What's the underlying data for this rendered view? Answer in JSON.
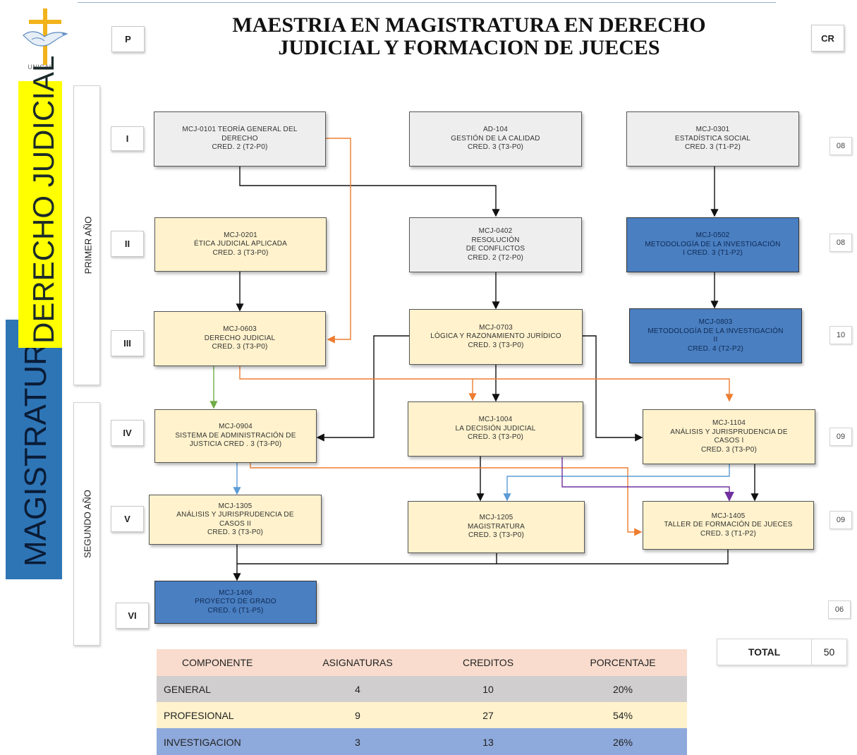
{
  "header": {
    "logo_text": "UNICAH",
    "title_line1": "MAESTRIA EN MAGISTRATURA EN DERECHO",
    "title_line2": "JUDICIAL Y FORMACION DE JUECES",
    "period_header": "P",
    "credits_header": "CR"
  },
  "bands": {
    "yellow": "DERECHO JUDICIAL",
    "blue": "MAGISTRATURA",
    "yellow_color": "#ffff00",
    "blue_color": "#2e75b6"
  },
  "years": [
    "PRIMER AÑO",
    "SEGUNDO AÑO"
  ],
  "periods": [
    "I",
    "II",
    "III",
    "IV",
    "V",
    "VI"
  ],
  "credits": [
    "08",
    "08",
    "10",
    "09",
    "09",
    "06"
  ],
  "courses": {
    "c0101": [
      "MCJ-0101 TEORÍA GENERAL DEL",
      "DERECHO",
      "CRED. 2 (T2-P0)"
    ],
    "ad104": [
      "AD-104",
      "GESTIÓN DE LA CALIDAD",
      "CRED. 3 (T3-P0)"
    ],
    "c0301": [
      "MCJ-0301",
      "ESTADÍSTICA SOCIAL",
      "CRED. 3 (T1-P2)"
    ],
    "c0201": [
      "MCJ-0201",
      "ÉTICA JUDICIAL APLICADA",
      "CRED. 3 (T3-P0)"
    ],
    "c0402": [
      "MCJ-0402",
      "RESOLUCIÓN",
      "DE CONFLICTOS",
      "CRED. 2 (T2-P0)"
    ],
    "c0502": [
      "MCJ-0502",
      "METODOLOGÍA DE LA INVESTIGACIÓN",
      "I   CRED. 3 (T1-P2)"
    ],
    "c0603": [
      "MCJ-0603",
      "DERECHO JUDICIAL",
      "CRED. 3 (T3-P0)"
    ],
    "c0703": [
      "MCJ-0703",
      "LÓGICA Y RAZONAMIENTO JURÍDICO",
      "CRED. 3 (T3-P0)"
    ],
    "c0803": [
      "MCJ-0803",
      "METODOLOGÍA DE LA INVESTIGACIÓN",
      "II",
      "CRED. 4 (T2-P2)"
    ],
    "c0904": [
      "MCJ-0904",
      "SISTEMA DE ADMINISTRACIÓN DE",
      "JUSTICIA CRED . 3 (T3-P0)"
    ],
    "c1004": [
      "MCJ-1004",
      "LA DECISIÓN JUDICIAL",
      "CRED. 3 (T3-P0)"
    ],
    "c1104": [
      "MCJ-1104",
      "ANÁLISIS Y JURISPRUDENCIA DE",
      "CASOS I",
      "CRED. 3 (T3-P0)"
    ],
    "c1305": [
      "MCJ-1305",
      "ANÁLISIS Y JURISPRUDENCIA DE",
      "CASOS II",
      "CRED. 3 (T3-P0)"
    ],
    "c1205": [
      "MCJ-1205",
      "MAGISTRATURA",
      "CRED. 3 (T3-P0)"
    ],
    "c1405": [
      "MCJ-1405",
      "TALLER DE FORMACIÓN  DE JUECES",
      "CRED. 3 (T1-P2)"
    ],
    "c1406": [
      "MCJ-1406",
      "PROYECTO DE GRADO",
      "CRED. 6 (T1-P5)"
    ]
  },
  "colors": {
    "general": "#eeeeee",
    "profesional": "#fff2cc",
    "investigacion": "#4a7fc1",
    "arrow_black": "#111111",
    "arrow_orange": "#ed7d31",
    "arrow_green": "#70ad47",
    "arrow_lightblue": "#5b9bd5",
    "arrow_purple": "#7030a0"
  },
  "summary": {
    "headers": [
      "COMPONENTE",
      "ASIGNATURAS",
      "CREDITOS",
      "PORCENTAJE"
    ],
    "rows": [
      [
        "GENERAL",
        "4",
        "10",
        "20%"
      ],
      [
        "PROFESIONAL",
        "9",
        "27",
        "54%"
      ],
      [
        "INVESTIGACION",
        "3",
        "13",
        "26%"
      ]
    ],
    "row_colors": [
      "#d0cece",
      "#fff2cc",
      "#8ea9db"
    ],
    "header_color": "#f9dccd",
    "total_label": "TOTAL",
    "total_value": "50"
  }
}
